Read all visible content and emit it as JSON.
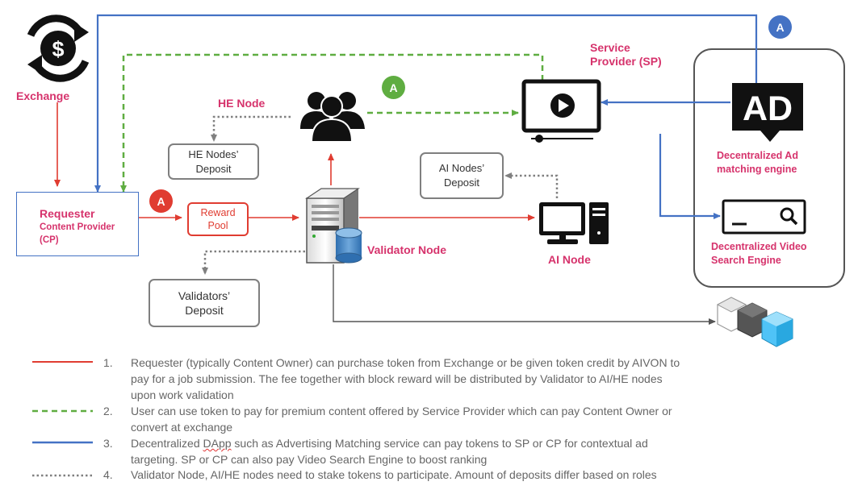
{
  "colors": {
    "red": "#e03c31",
    "green": "#5fad41",
    "blue": "#4472c4",
    "gray": "#808080",
    "pink": "#d6336c"
  },
  "nodes": {
    "exchange": {
      "label": "Exchange",
      "icon": "currency-exchange-icon"
    },
    "requester": {
      "title": "Requester",
      "sub1": "Content Provider",
      "sub2": "(CP)"
    },
    "reward_pool": {
      "line1": "Reward",
      "line2": "Pool"
    },
    "he_node": {
      "label": "HE Node",
      "icon": "people-group-icon"
    },
    "he_deposit": {
      "line1": "HE Nodes’",
      "line2": "Deposit"
    },
    "validator": {
      "label": "Validator Node",
      "icon": "server-database-icon"
    },
    "validators_deposit": {
      "line1": "Validators’",
      "line2": "Deposit"
    },
    "ai_node": {
      "label": "AI Node",
      "icon": "desktop-computer-icon"
    },
    "ai_deposit": {
      "line1": "AI Nodes’",
      "line2": "Deposit"
    },
    "service_provider": {
      "line1": "Service",
      "line2": "Provider (SP)",
      "icon": "video-monitor-icon"
    },
    "ad_engine": {
      "line1": "Decentralized Ad",
      "line2": "matching engine",
      "icon": "ad-bubble-icon"
    },
    "video_search": {
      "line1": "Decentralized Video",
      "line2": "Search Engine",
      "icon": "search-bar-icon"
    },
    "blockchain": {
      "icon": "blockchain-cubes-icon"
    }
  },
  "badges": {
    "red": "A",
    "green": "A",
    "blue": "A"
  },
  "legend": [
    {
      "num": "1.",
      "lines": [
        "Requester (typically Content Owner) can purchase token from Exchange or be given token credit by AIVON to",
        "pay for a job submission. The fee together with block reward will be distributed by Validator to AI/HE nodes",
        "upon work validation"
      ]
    },
    {
      "num": "2.",
      "lines": [
        "User can use token to pay for premium content offered by Service Provider which can pay Content Owner or",
        "convert at exchange"
      ]
    },
    {
      "num": "3.",
      "line1_pre": "Decentralized ",
      "line1_squig": "DApp",
      "line1_post": " such as Advertising Matching service can pay tokens to SP or CP for contextual ad",
      "line2": "targeting. SP or CP can also pay Video Search Engine to boost ranking"
    },
    {
      "num": "4.",
      "lines": [
        "Validator Node, AI/HE nodes need to stake tokens to participate. Amount of deposits differ based on roles"
      ]
    }
  ]
}
